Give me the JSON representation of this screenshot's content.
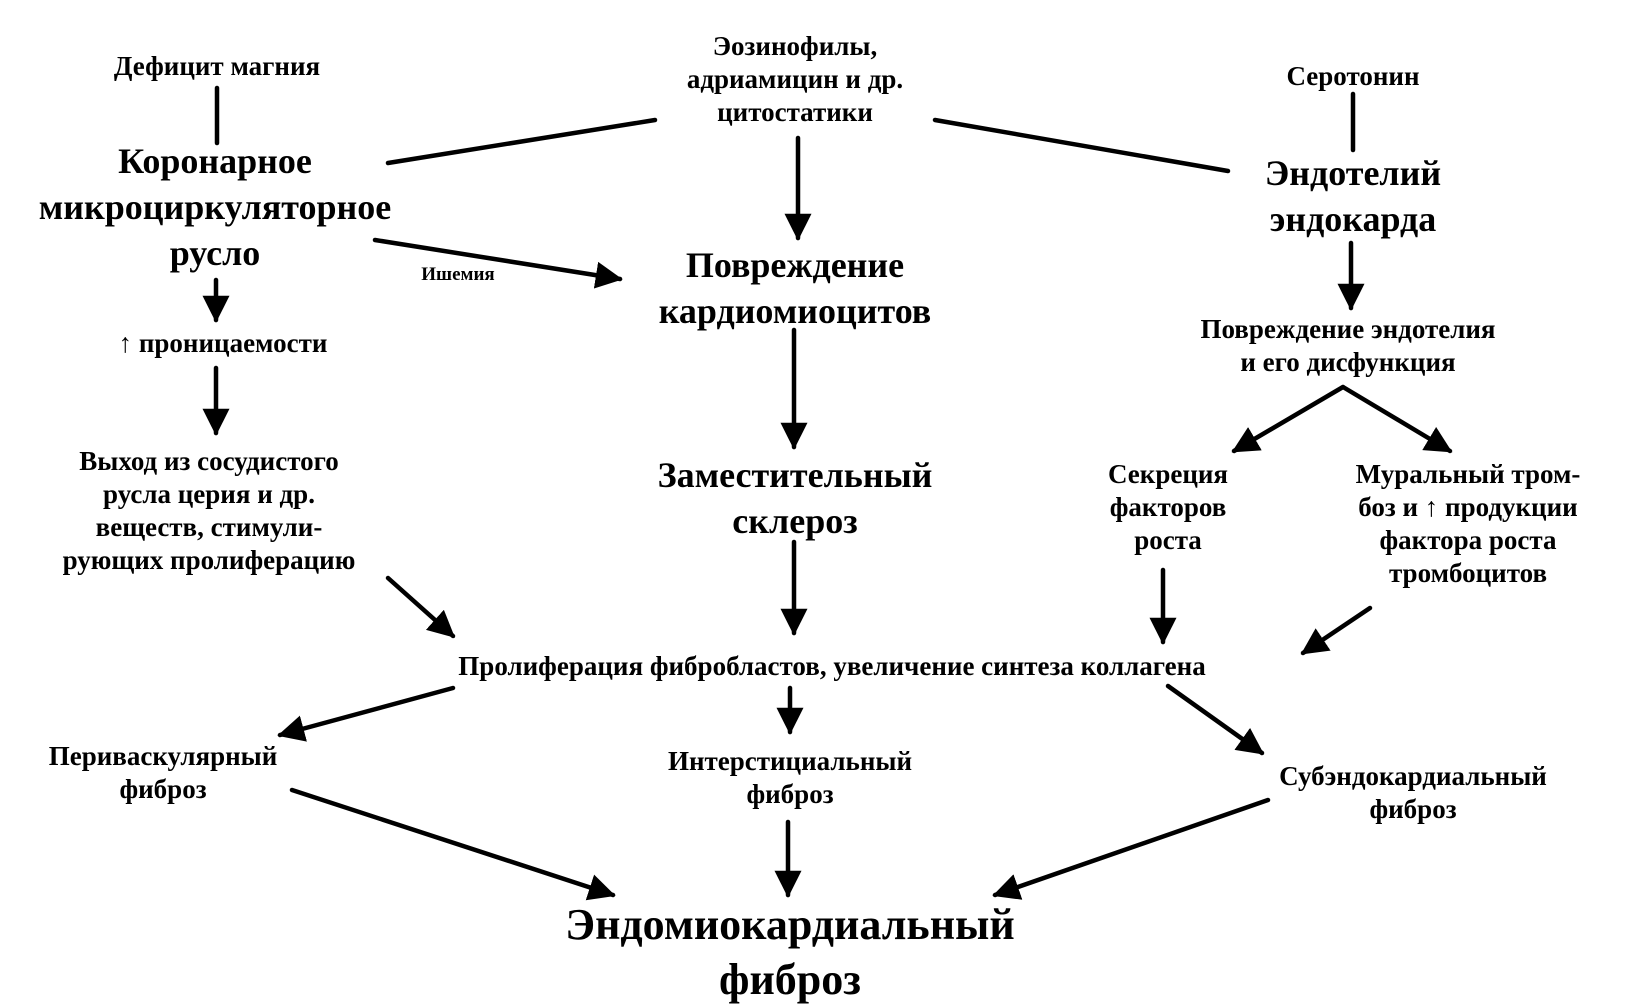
{
  "nodes": {
    "magnesium": [
      "Дефицит магния"
    ],
    "eosinophils": [
      "Эозинофилы,",
      "адриамицин и др.",
      "цитостатики"
    ],
    "serotonin": [
      "Серотонин"
    ],
    "coronary": [
      "Коронарное",
      "микроциркуляторное",
      "русло"
    ],
    "endothelium": [
      "Эндотелий",
      "эндокарда"
    ],
    "ischemia": [
      "Ишемия"
    ],
    "cardiomyocyte_damage": [
      "Повреждение",
      "кардиомиоцитов"
    ],
    "permeability": [
      "↑ проницаемости"
    ],
    "endothelial_damage": [
      "Повреждение эндотелия",
      "и его дисфункция"
    ],
    "exit_vessels": [
      "Выход из сосудистого",
      "русла церия и др.",
      "веществ, стимули-",
      "рующих пролиферацию"
    ],
    "replacement_sclerosis": [
      "Заместительный",
      "склероз"
    ],
    "growth_factors": [
      "Секреция",
      "факторов",
      "роста"
    ],
    "mural_thrombosis": [
      "Муральный тром-",
      "боз и ↑ продукции",
      "фактора роста",
      "тромбоцитов"
    ],
    "proliferation": [
      "Пролиферация фибробластов, увеличение синтеза коллагена"
    ],
    "perivascular": [
      "Периваскулярный",
      "фиброз"
    ],
    "interstitial": [
      "Интерстициальный",
      "фиброз"
    ],
    "subendocardial": [
      "Субэндокардиальный",
      "фиброз"
    ],
    "endomyocardial": [
      "Эндомиокардиальный",
      "фиброз"
    ]
  }
}
